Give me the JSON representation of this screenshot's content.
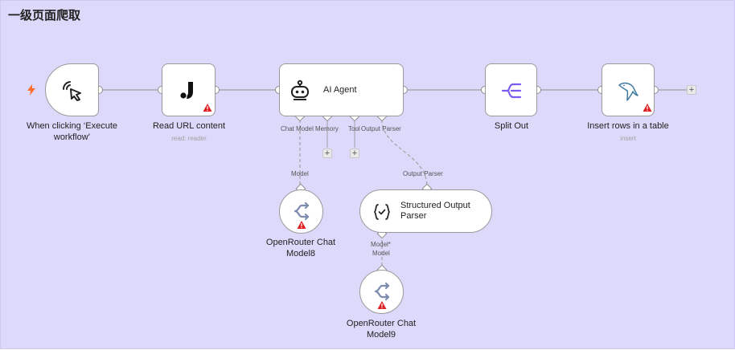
{
  "page": {
    "title": "一级页面爬取"
  },
  "nodes": {
    "trigger": {
      "label": "When clicking ‘Execute",
      "label2": "workflow’"
    },
    "read_url": {
      "label": "Read URL content",
      "sub": "read: reader"
    },
    "ai_agent": {
      "title": "AI Agent",
      "ports": {
        "chat_model": "Chat Model",
        "memory": "Memory",
        "tool": "Tool",
        "output_parser": "Output Parser"
      }
    },
    "split_out": {
      "label": "Split Out"
    },
    "insert_rows": {
      "label": "Insert rows in a table",
      "sub": "insert"
    },
    "openrouter8": {
      "label": "OpenRouter Chat",
      "label2": "Model8",
      "port": "Model"
    },
    "structured_parser": {
      "title": "Structured Output",
      "title2": "Parser",
      "port": "Output Parser",
      "bottom_port": "Model*"
    },
    "openrouter9": {
      "label": "OpenRouter Chat",
      "label2": "Model9",
      "port": "Model"
    }
  },
  "plus_symbol": "+",
  "colors": {
    "canvas": "#ddd9fb",
    "wire": "#a0a0a0",
    "warning": "#e02020",
    "trigger_bolt": "#ff6d2d",
    "split_icon": "#7b5cf0",
    "model_icon": "#7d8cae"
  }
}
